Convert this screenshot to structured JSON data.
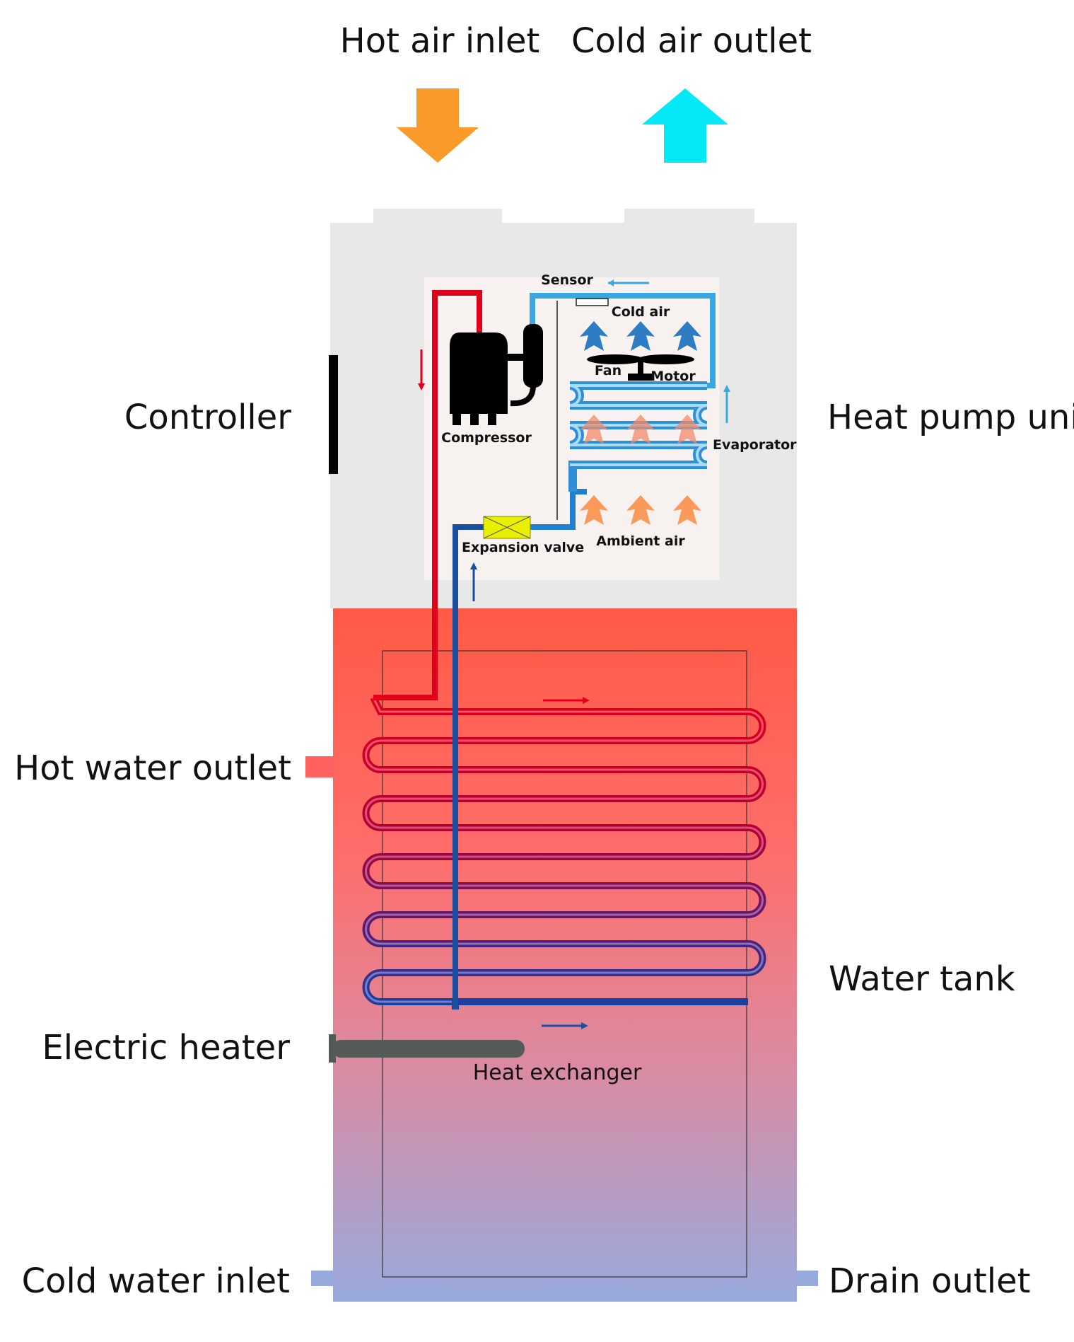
{
  "labels": {
    "hot_air_inlet": "Hot air inlet",
    "cold_air_outlet": "Cold air outlet",
    "controller": "Controller",
    "heat_pump_unit": "Heat pump unit",
    "hot_water_outlet": "Hot water outlet",
    "water_tank": "Water tank",
    "electric_heater": "Electric heater",
    "heat_exchanger": "Heat exchanger",
    "cold_water_inlet": "Cold water inlet",
    "drain_outlet": "Drain outlet",
    "sensor": "Sensor",
    "cold_air": "Cold air",
    "fan": "Fan",
    "motor": "Motor",
    "compressor": "Compressor",
    "evaporator": "Evaporator",
    "expansion_valve": "Expansion valve",
    "ambient_air": "Ambient air"
  },
  "colors": {
    "hot_air": "#f99a2a",
    "cold_air": "#05e8f5",
    "hot_pipe": "#e0001c",
    "cold_pipe": "#1a4fa0",
    "light_pipe": "#3aa8e0",
    "housing": "#e8e8e8",
    "tank_top": "#ff5a4a",
    "tank_bottom": "#98aadd",
    "heater": "#555a58",
    "valve": "#e8f000"
  },
  "icons": {
    "hot_air_arrow": "arrow-down-icon",
    "cold_air_arrow": "arrow-up-icon",
    "compressor": "compressor-icon",
    "fan": "fan-icon"
  }
}
